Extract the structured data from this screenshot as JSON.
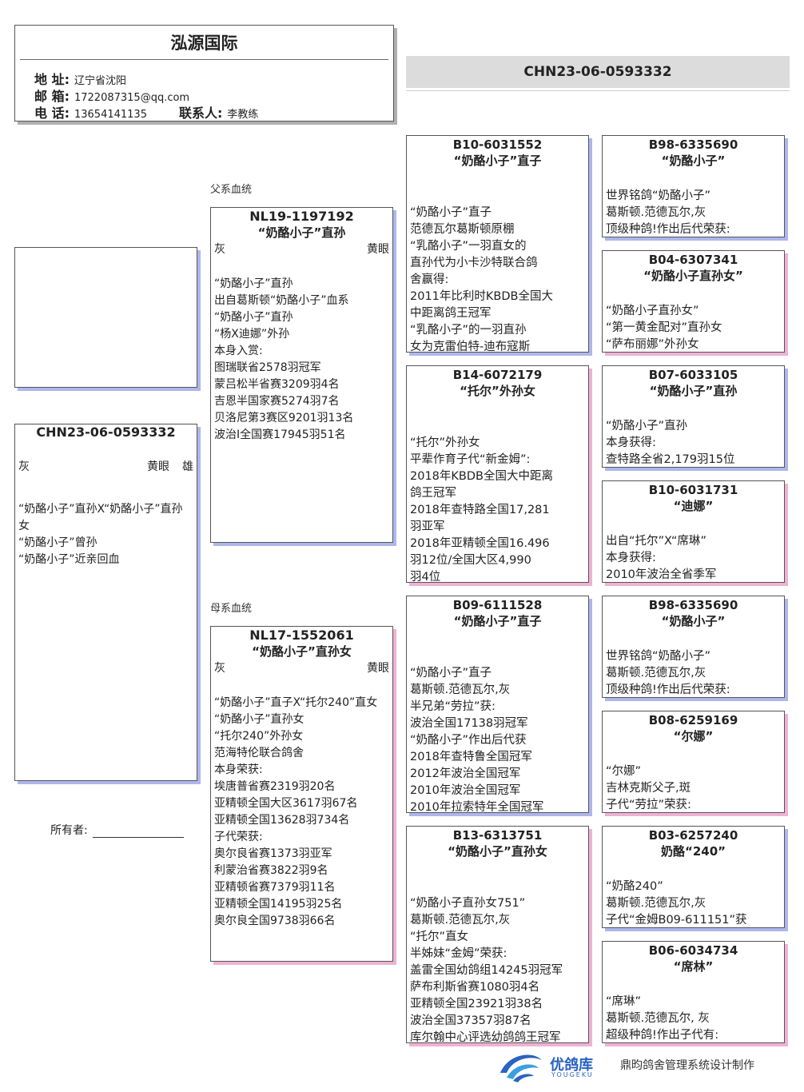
{
  "header": {
    "title": "泓源国际",
    "address_label": "地 址:",
    "address": "辽宁省沈阳",
    "email_label": "邮 箱:",
    "email": "1722087315@qq.com",
    "phone_label": "电 话:",
    "phone": "13654141135",
    "contact_label": "联系人:",
    "contact": "李教练"
  },
  "top_ring": "CHN23-06-0593332",
  "labels": {
    "sire_side": "父系血统",
    "dam_side": "母系血统",
    "owner": "所有者:"
  },
  "subject": {
    "ring": "CHN23-06-0593332",
    "color": "灰",
    "eye": "黄眼",
    "sex": "雄",
    "lines": [
      "“奶酪小子”直孙X“奶酪小子”直孙女",
      "“奶酪小子”曾孙",
      "“奶酪小子”近亲回血"
    ]
  },
  "sire": {
    "ring": "NL19-1197192",
    "name": "“奶酪小子”直孙",
    "color": "灰",
    "eye": "黄眼",
    "lines": [
      "“奶酪小子”直孙",
      "出自葛斯顿“奶酪小子”血系",
      "“奶酪小子”直孙",
      "“杨X迪娜”外孙",
      "本身入赏:",
      "图瑞联省2578羽冠军",
      "蒙吕松半省赛3209羽4名",
      "吉恩半国家赛5274羽7名",
      "贝洛尼第3赛区9201羽13名",
      "波治I全国赛17945羽51名"
    ]
  },
  "dam": {
    "ring": "NL17-1552061",
    "name": "“奶酪小子”直孙女",
    "color": "灰",
    "eye": "黄眼",
    "lines": [
      "“奶酪小子”直子X“托尔240”直女",
      "“奶酪小子”直孙女",
      "“托尔240”外孙女",
      "范海特伦联合鸽舍",
      "本身荣获:",
      "埃唐普省赛2319羽20名",
      "亚精顿全国大区3617羽67名",
      "亚精顿全国13628羽734名",
      "子代荣获:",
      "奥尔良省赛1373羽亚军",
      "利蒙治省赛3822羽9名",
      "亚精顿省赛7379羽11名",
      "亚精顿全国14195羽25名",
      "奥尔良全国9738羽66名"
    ]
  },
  "g3": [
    {
      "ring": "B10-6031552",
      "name": "“奶酪小子”直子",
      "lines": [
        "“奶酪小子”直子",
        "范德瓦尔葛斯顿原棚",
        "“乳酪小子”一羽直女的",
        "直孙代为小卡沙特联合鸽",
        "舍赢得:",
        "2011年比利时KBDB全国大",
        "中距离鸽王冠军",
        "“乳酪小子”的一羽直孙",
        "女为克雷伯特-迪布寇斯"
      ]
    },
    {
      "ring": "B14-6072179",
      "name": "“托尔”外孙女",
      "lines": [
        "“托尔”外孙女",
        "平辈作育子代“新金姆”:",
        "2018年KBDB全国大中距离",
        "鸽王冠军",
        "2018年查特路全国17,281",
        "羽亚军",
        "2018年亚精顿全国16.496",
        "羽12位/全国大区4,990",
        "羽4位"
      ]
    },
    {
      "ring": "B09-6111528",
      "name": "“奶酪小子”直子",
      "lines": [
        "“奶酪小子”直子",
        "葛斯顿.范德瓦尔,灰",
        "半兄弟“劳拉”获:",
        "波治全国17138羽冠军",
        "“奶酪小子”作出后代获",
        "2018年查特鲁全国冠军",
        "2012年波治全国冠军",
        "2010年波治全国冠军",
        "2010年拉索特年全国冠军"
      ]
    },
    {
      "ring": "B13-6313751",
      "name": "“奶酪小子”直孙女",
      "lines": [
        "“奶酪小子直孙女751”",
        "葛斯顿.范德瓦尔,灰",
        "“托尔”直女",
        "半姊妹“金姆”荣获:",
        "盖雷全国幼鸽组14245羽冠军",
        "萨布利斯省赛1080羽4名",
        "亚精顿全国23921羽38名",
        "波治全国37357羽87名",
        "库尔翰中心评选幼鸽鸽王冠军"
      ]
    }
  ],
  "g4": [
    {
      "ring": "B98-6335690",
      "name": "“奶酪小子”",
      "lines": [
        "世界铭鸽“奶酪小子”",
        "葛斯顿.范德瓦尔,灰",
        "顶级种鸽!作出后代荣获:"
      ]
    },
    {
      "ring": "B04-6307341",
      "name": "“奶酪小子直孙女”",
      "lines": [
        "“奶酪小子直孙女”",
        "“第一黄金配对”直孙女",
        "“萨布丽娜”外孙女"
      ]
    },
    {
      "ring": "B07-6033105",
      "name": "“奶酪小子”直孙",
      "lines": [
        "“奶酪小子”直孙",
        "本身获得:",
        "查特路全省2,179羽15位"
      ]
    },
    {
      "ring": "B10-6031731",
      "name": "“迪娜”",
      "lines": [
        "出自“托尔”X“席琳”",
        "本身获得:",
        "2010年波治全省季军"
      ]
    },
    {
      "ring": "B98-6335690",
      "name": "“奶酪小子”",
      "lines": [
        "世界铭鸽“奶酪小子”",
        "葛斯顿.范德瓦尔,灰",
        "顶级种鸽!作出后代荣获:"
      ]
    },
    {
      "ring": "B08-6259169",
      "name": "“尔娜”",
      "lines": [
        "“尔娜”",
        "吉林克斯父子,斑",
        "子代“劳拉”荣获:"
      ]
    },
    {
      "ring": "B03-6257240",
      "name": "奶酪“240”",
      "lines": [
        "“奶酪240”",
        "葛斯顿.范德瓦尔,灰",
        "子代“金姆B09-611151”获"
      ]
    },
    {
      "ring": "B06-6034734",
      "name": "“席林”",
      "lines": [
        "“席琳”",
        "葛斯顿.范德瓦尔, 灰",
        "超级种鸽!作出子代有:"
      ]
    }
  ],
  "footer": {
    "brand_cn": "优鸽库",
    "brand_en": "YOUGEKU",
    "credit": "鼎昀鸽舍管理系统设计制作"
  }
}
